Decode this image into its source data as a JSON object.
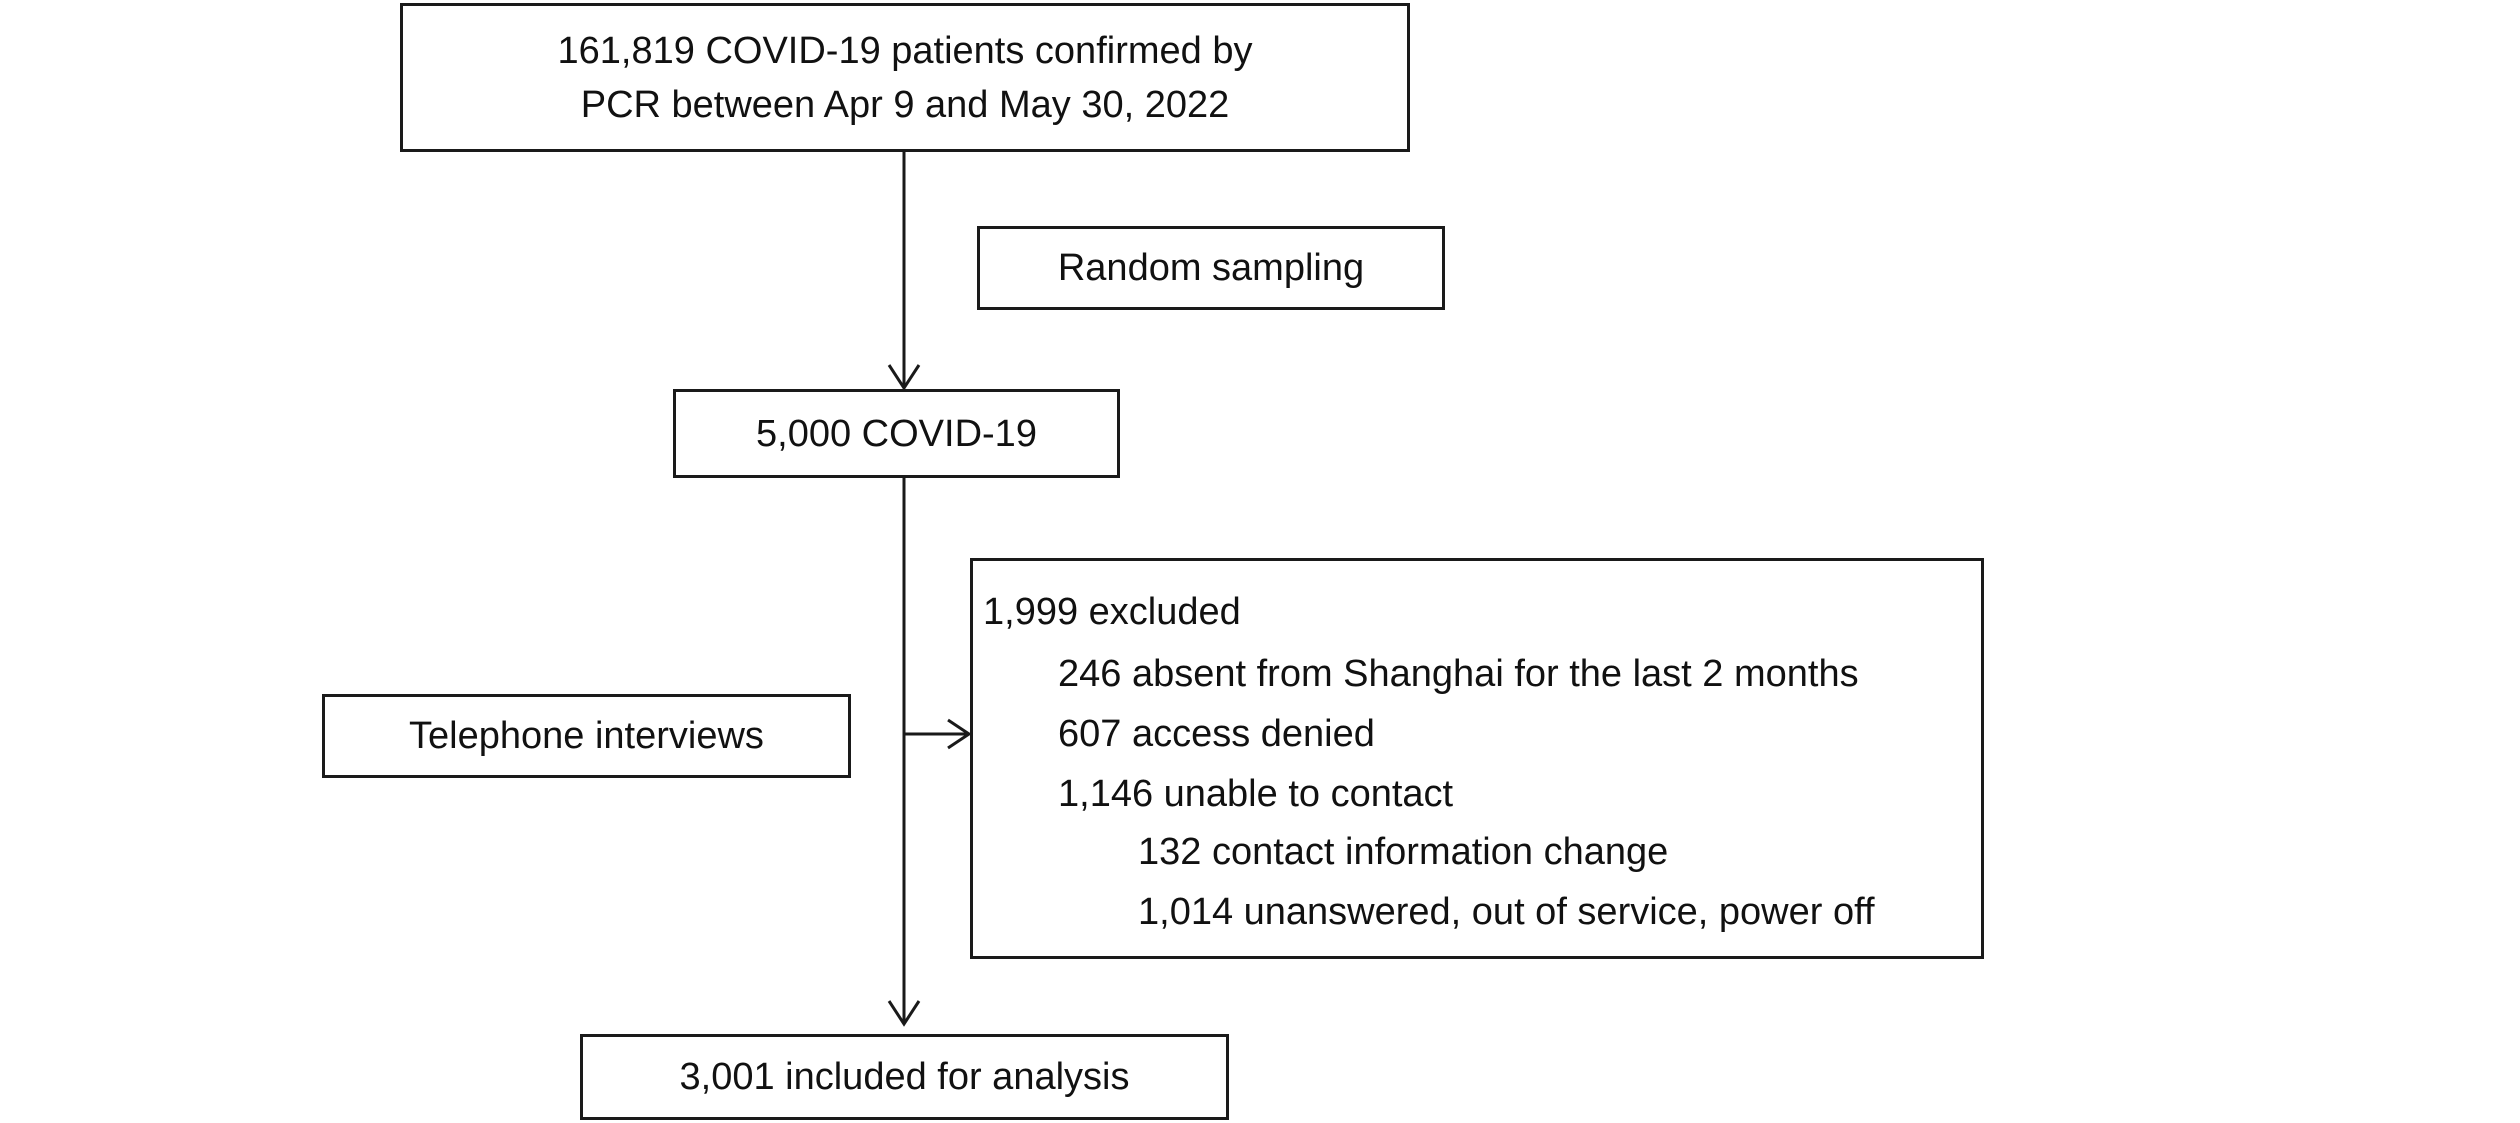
{
  "diagram": {
    "total_box": {
      "line1": "161,819 COVID-19 patients confirmed by",
      "line2": "PCR between Apr 9 and May 30, 2022"
    },
    "random_sampling_label": "Random sampling",
    "sampled_box": "5,000 COVID-19",
    "telephone_interviews_label": "Telephone interviews",
    "excluded_box": {
      "header": "1,999 excluded",
      "absent": "246 absent from Shanghai for the last 2 months",
      "denied": "607 access denied",
      "unable": "1,146 unable to contact",
      "contact_change": "132 contact information change",
      "unanswered": "1,014 unanswered, out of service, power off"
    },
    "included_box": "3,001 included for analysis"
  }
}
